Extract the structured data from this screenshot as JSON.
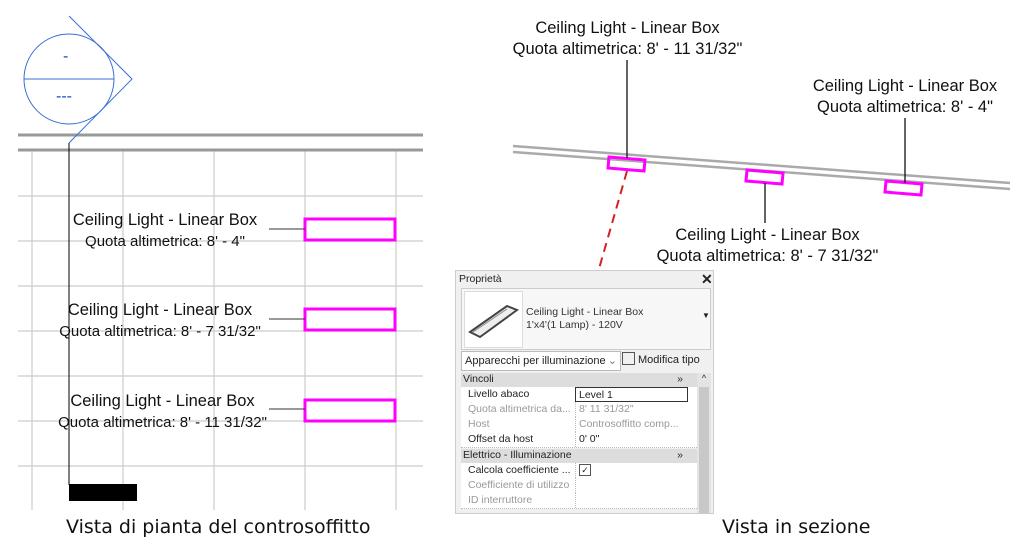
{
  "plan": {
    "tag_top": "-",
    "tag_bottom": "---",
    "fixtures": [
      {
        "name": "Ceiling Light - Linear Box",
        "elevation": "Quota altimetrica: 8' - 4\""
      },
      {
        "name": "Ceiling Light - Linear Box",
        "elevation": "Quota altimetrica: 8' - 7 31/32\""
      },
      {
        "name": "Ceiling Light - Linear Box",
        "elevation": "Quota altimetrica: 8' - 11 31/32\""
      }
    ],
    "caption": "Vista di pianta del controsoffitto"
  },
  "section": {
    "fixtures": [
      {
        "name": "Ceiling Light - Linear Box",
        "elevation": "Quota altimetrica: 8' - 11 31/32\""
      },
      {
        "name": "Ceiling Light - Linear Box",
        "elevation": "Quota altimetrica: 8' - 4\""
      },
      {
        "name": "Ceiling Light - Linear Box",
        "elevation": "Quota altimetrica: 8' - 7 31/32\""
      }
    ],
    "caption": "Vista in sezione"
  },
  "properties": {
    "title": "Proprietà",
    "type_name": "Ceiling Light - Linear Box",
    "type_subname": "1'x4'(1 Lamp) - 120V",
    "category": "Apparecchi per illuminazione",
    "edit_type": "Modifica tipo",
    "groups": [
      {
        "name": "Vincoli",
        "rows": [
          {
            "key": "Livello abaco",
            "value": "Level 1",
            "disabled": false
          },
          {
            "key": "Quota altimetrica da...",
            "value": "8'  11 31/32\"",
            "disabled": true
          },
          {
            "key": "Host",
            "value": "Controsoffitto comp...",
            "disabled": true
          },
          {
            "key": "Offset da host",
            "value": "0'  0\"",
            "disabled": false
          }
        ]
      },
      {
        "name": "Elettrico - Illuminazione",
        "rows": [
          {
            "key": "Calcola coefficiente ...",
            "value": "",
            "checked": true,
            "disabled": false
          },
          {
            "key": "Coefficiente di utilizzo",
            "value": "",
            "disabled": true
          },
          {
            "key": "ID interruttore",
            "value": "",
            "disabled": true
          }
        ]
      }
    ]
  },
  "colors": {
    "fixture": "#ff00ff",
    "tag": "#3a6fd8",
    "arrow": "#d62020"
  }
}
